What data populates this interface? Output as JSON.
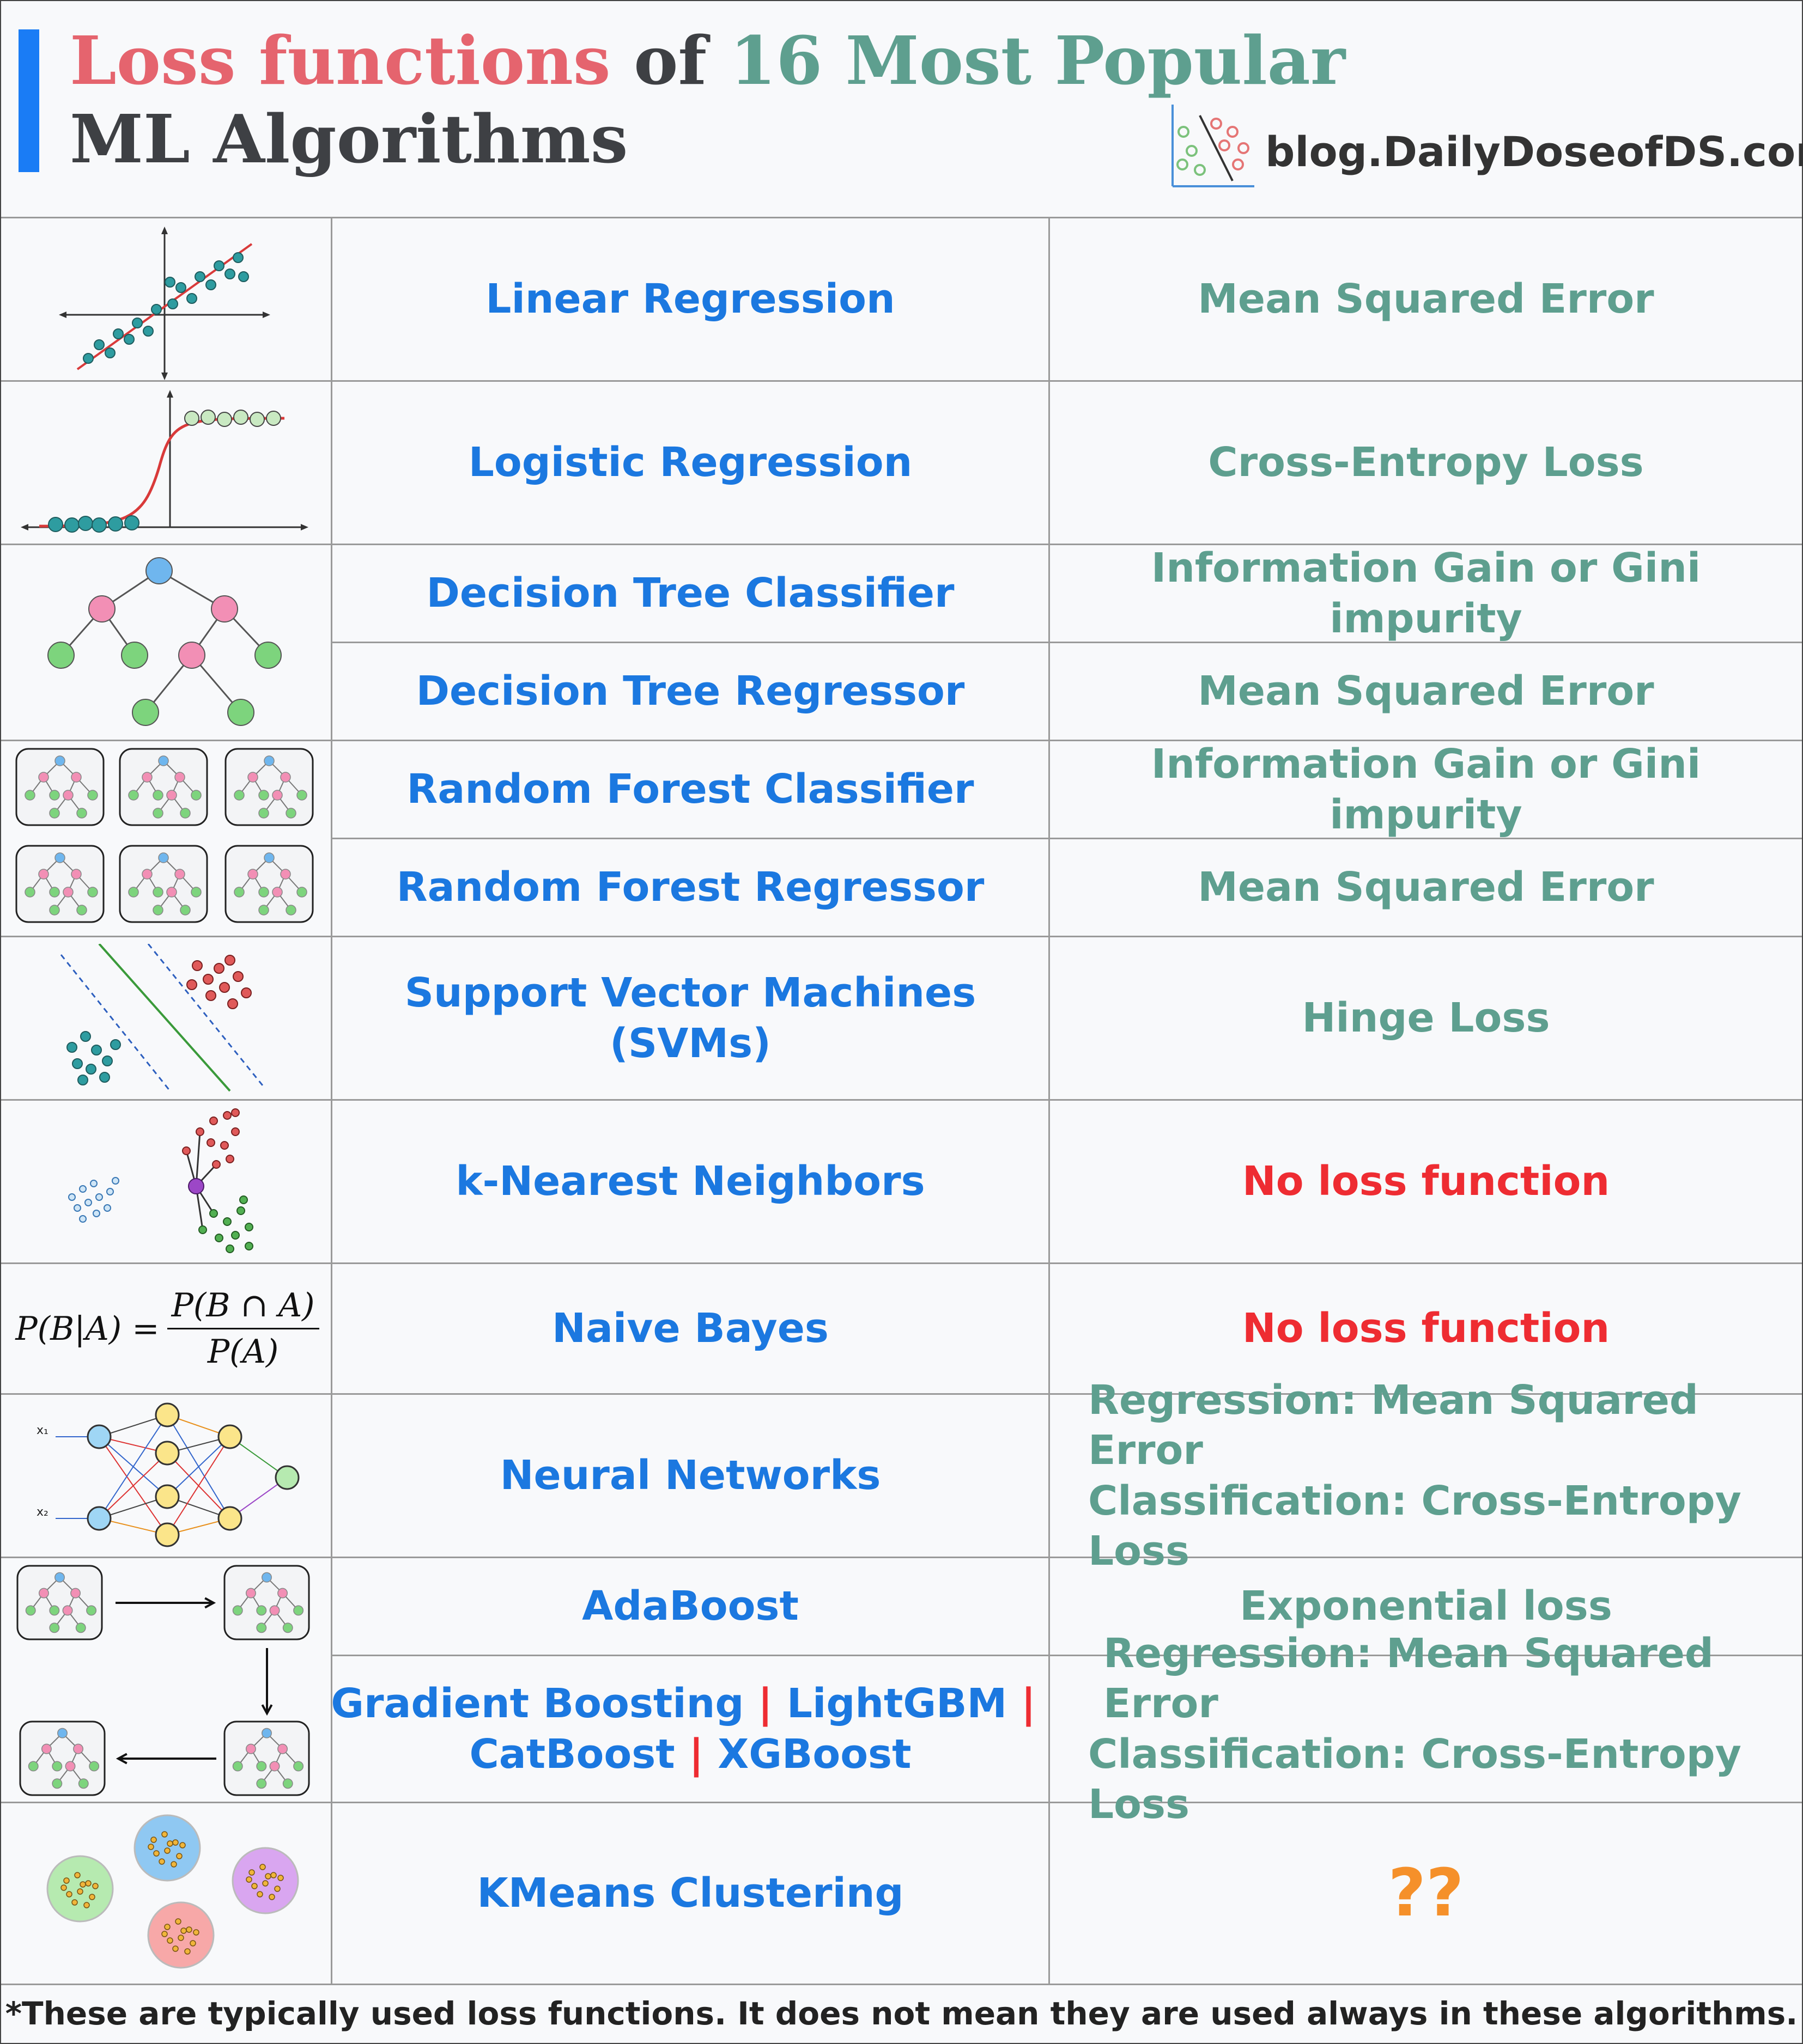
{
  "header": {
    "title_part1": "Loss functions",
    "title_part2": " of ",
    "title_part3": "16 Most Popular",
    "title_line2": "ML Algorithms",
    "blog": "blog.DailyDoseofDS.com"
  },
  "colors": {
    "accent": "#1a7cf5",
    "title_red": "#e5646e",
    "teal": "#5e9f8f",
    "algo_blue": "#1b78e0",
    "no_loss_red": "#ee2c32",
    "question_orange": "#f5902a"
  },
  "rows": [
    {
      "algo": "Linear Regression",
      "loss": "Mean Squared Error",
      "icon": "scatter-regression-icon"
    },
    {
      "algo": "Logistic Regression",
      "loss": "Cross-Entropy Loss",
      "icon": "sigmoid-curve-icon"
    },
    {
      "algo": "Decision Tree Classifier",
      "loss": "Information Gain or Gini impurity",
      "icon": "decision-tree-icon"
    },
    {
      "algo": "Decision Tree Regressor",
      "loss": "Mean Squared Error"
    },
    {
      "algo": "Random Forest Classifier",
      "loss": "Information Gain or Gini impurity",
      "icon": "forest-icon"
    },
    {
      "algo": "Random Forest Regressor",
      "loss": "Mean Squared Error"
    },
    {
      "algo": "Support Vector Machines (SVMs)",
      "loss": "Hinge Loss",
      "icon": "svm-margin-icon"
    },
    {
      "algo": "k-Nearest Neighbors",
      "loss": "No loss function",
      "icon": "knn-icon"
    },
    {
      "algo": "Naive Bayes",
      "loss": "No loss function",
      "icon": "bayes-formula"
    },
    {
      "algo": "Neural Networks",
      "loss_line1": "Regression: Mean Squared Error",
      "loss_line2": "Classification: Cross-Entropy Loss",
      "icon": "neural-network-icon"
    },
    {
      "algo": "AdaBoost",
      "loss": "Exponential loss",
      "icon": "boosting-icon"
    },
    {
      "algo_part1": "Gradient Boosting",
      "algo_sep1": " | ",
      "algo_part2": "LightGBM",
      "algo_sep2": " | ",
      "algo_part3": "CatBoost",
      "algo_sep3": " | ",
      "algo_part4": "XGBoost",
      "loss_line1": "Regression: Mean Squared Error",
      "loss_line2": "Classification: Cross-Entropy Loss"
    },
    {
      "algo": "KMeans Clustering",
      "loss": "??",
      "icon": "clusters-icon"
    }
  ],
  "bayes": {
    "lhs": "P(B|A) =",
    "num": "P(B ∩ A)",
    "den": "P(A)"
  },
  "nn_inputs": {
    "x1": "x₁",
    "x2": "x₂"
  },
  "footer": "*These are typically used loss functions. It does not mean they are used always in these algorithms."
}
